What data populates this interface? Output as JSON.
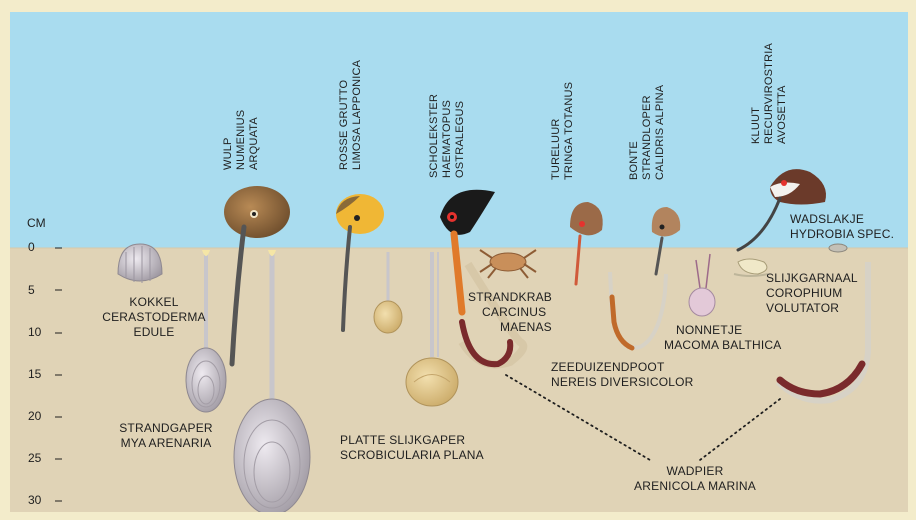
{
  "colors": {
    "sky": "#a9dcef",
    "mud": "#e0d3b6",
    "border": "#f3eccb",
    "text": "#1f1f1f",
    "worm": "#7a2a2c",
    "shell": "#c9c3c4"
  },
  "axis": {
    "unit": "CM",
    "ticks": [
      "0",
      "5",
      "10",
      "15",
      "20",
      "25",
      "30"
    ],
    "tick_values": [
      0,
      5,
      10,
      15,
      20,
      25,
      30
    ],
    "range_cm": [
      0,
      30
    ]
  },
  "birds": [
    {
      "id": "wulp",
      "lines": [
        "WULP",
        "NUMENIUS",
        "ARQUATA"
      ]
    },
    {
      "id": "rosse-grutto",
      "lines": [
        "ROSSE GRUTTO",
        "LIMOSA LAPPONICA"
      ]
    },
    {
      "id": "scholekster",
      "lines": [
        "SCHOLEKSTER",
        "HAEMATOPUS",
        "OSTRALEGUS"
      ]
    },
    {
      "id": "tureluur",
      "lines": [
        "TURELUUR",
        "TRINGA TOTANUS"
      ]
    },
    {
      "id": "bonte-strandloper",
      "lines": [
        "BONTE",
        "STRANDLOPER",
        "CALIDRIS ALPINA"
      ]
    },
    {
      "id": "kluut",
      "lines": [
        "KLUUT",
        "RECURVIROSTRIA",
        "AVOSETTA"
      ]
    }
  ],
  "species": [
    {
      "id": "wadslakje",
      "lines": [
        "WADSLAKJE",
        "HYDROBIA SPEC."
      ]
    },
    {
      "id": "kokkel",
      "lines": [
        "KOKKEL",
        "CERASTODERMA",
        "EDULE"
      ]
    },
    {
      "id": "strandkrab",
      "lines": [
        "STRANDKRAB",
        "CARCINUS",
        "MAENAS"
      ]
    },
    {
      "id": "slijkgarnaal",
      "lines": [
        "SLIJKGARNAAL",
        "COROPHIUM",
        "VOLUTATOR"
      ]
    },
    {
      "id": "nonnetje",
      "lines": [
        "NONNETJE",
        "MACOMA BALTHICA"
      ]
    },
    {
      "id": "zeeduizendpoot",
      "lines": [
        "ZEEDUIZENDPOOT",
        "NEREIS DIVERSICOLOR"
      ]
    },
    {
      "id": "strandgaper",
      "lines": [
        "STRANDGAPER",
        "MYA ARENARIA"
      ]
    },
    {
      "id": "platte-slijkgaper",
      "lines": [
        "PLATTE SLIJKGAPER",
        "SCROBICULARIA PLANA"
      ]
    },
    {
      "id": "wadpier",
      "lines": [
        "WADPIER",
        "ARENICOLA MARINA"
      ]
    }
  ]
}
